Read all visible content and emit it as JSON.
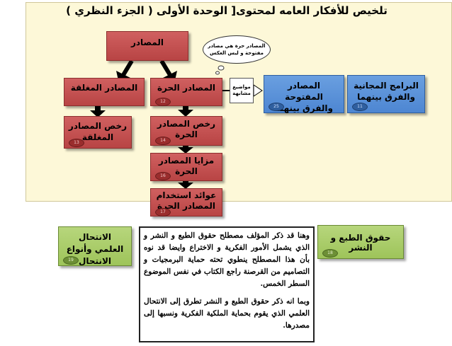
{
  "title": "تلخيص للأفكار العامه لمحتوى[ الوحدة الأولى ( الجزء النظري )",
  "nodes": {
    "sources": {
      "label": "المصادر"
    },
    "free_sources": {
      "label": "المصادر الحرة",
      "number": "12"
    },
    "closed_sources": {
      "label": "المصادر المغلقة"
    },
    "free_licenses": {
      "label": "رخص المصادر الحرة",
      "number": "14"
    },
    "closed_licenses": {
      "label": "رخص المصادر المغلقة",
      "number": "13"
    },
    "free_advantages": {
      "label": "مزايا المصادر الحرة",
      "number": "16"
    },
    "free_returns": {
      "label": "عوائد استخدام المصادر الحرة",
      "number": "17"
    },
    "open_sources": {
      "label": "المصادر المفتوحة والفرق بينهما",
      "number": "25"
    },
    "free_software": {
      "label": "البرامج المجانية والفرق بينهما",
      "number": "11"
    },
    "copyright": {
      "label": "حقوق الطبع و النشر",
      "number": "18"
    },
    "plagiarism": {
      "label": "الانتحال العلمي وأنواع الانتحال",
      "number": "19"
    }
  },
  "cloud": {
    "text": "المصادر حرة هي مصادر مفتوحة و ليس العكس"
  },
  "callout": {
    "text": "مواضيع مشابهة"
  },
  "paragraph1": "وهنا قد ذكر المؤلف مصطلح حقوق الطبع و النشر و الذي يشمل الأمور الفكرية و الاختراع وايضا قد نوه بأن هذا المصطلح ينطوي تحته حماية البرمجيات و التصاميم من القرصنة راجع الكتاب في نفس الموضوع السطر الخمس.",
  "paragraph2": "وبما انه ذكر حقوق الطبع و النشر تطرق إلى الانتحال العلمي الذي يقوم بحماية الملكية الفكرية ونسبها إلى مصدرها."
}
